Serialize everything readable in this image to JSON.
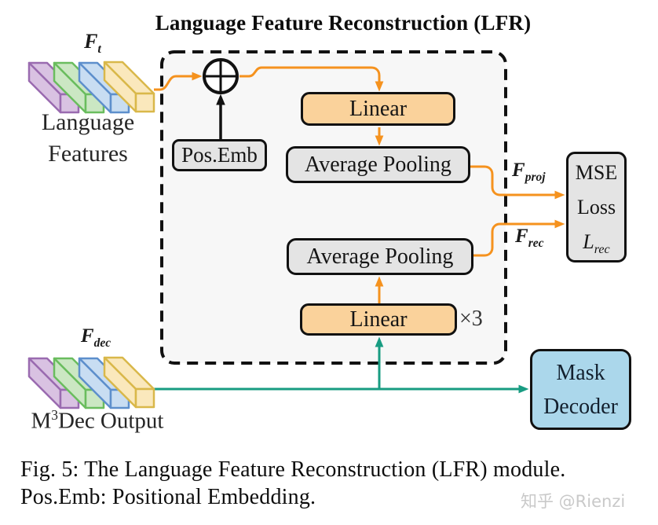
{
  "title": "Language Feature Reconstruction (LFR)",
  "labels": {
    "ft": {
      "base": "F",
      "sub": "t"
    },
    "fdec": {
      "base": "F",
      "sub": "dec"
    },
    "fproj": {
      "base": "F",
      "sub": "proj"
    },
    "frec": {
      "base": "F",
      "sub": "rec"
    },
    "language_features": {
      "line1": "Language",
      "line2": "Features"
    },
    "m3dec": {
      "pre": "M",
      "sup": "3",
      "post": "Dec Output"
    },
    "times3": "×3"
  },
  "boxes": {
    "pos_emb": "Pos.Emb",
    "linear_top": "Linear",
    "avg_pool_top": "Average Pooling",
    "avg_pool_bottom": "Average Pooling",
    "linear_bottom": "Linear",
    "mse": {
      "line1": "MSE",
      "line2": "Loss",
      "loss_base": "L",
      "loss_sub": "rec"
    },
    "mask_decoder": {
      "line1": "Mask",
      "line2": "Decoder"
    }
  },
  "caption": {
    "line1": "Fig. 5: The Language Feature Reconstruction (LFR) module.",
    "line2": "Pos.Emb: Positional Embedding."
  },
  "watermark": "知乎 @Rienzi",
  "colors": {
    "orange": "#F5921E",
    "orange-fill": "#FAD29B",
    "gray-fill": "#E4E4E4",
    "teal": "#189C82",
    "blue-fill": "#ABD7EB",
    "panel-bg": "#F7F7F7",
    "border": "#111111",
    "purple-bar": "#D9C2E2",
    "purple-edge": "#9A6BB0",
    "green-bar": "#CBE7C3",
    "green-edge": "#6ABD5E",
    "blue-bar": "#C8DDF2",
    "blue-edge": "#5D8FCC",
    "yellow-bar": "#FAE8BC",
    "yellow-edge": "#D9B84A",
    "black-arrow": "#111111",
    "watermark": "#C9C9C9"
  }
}
